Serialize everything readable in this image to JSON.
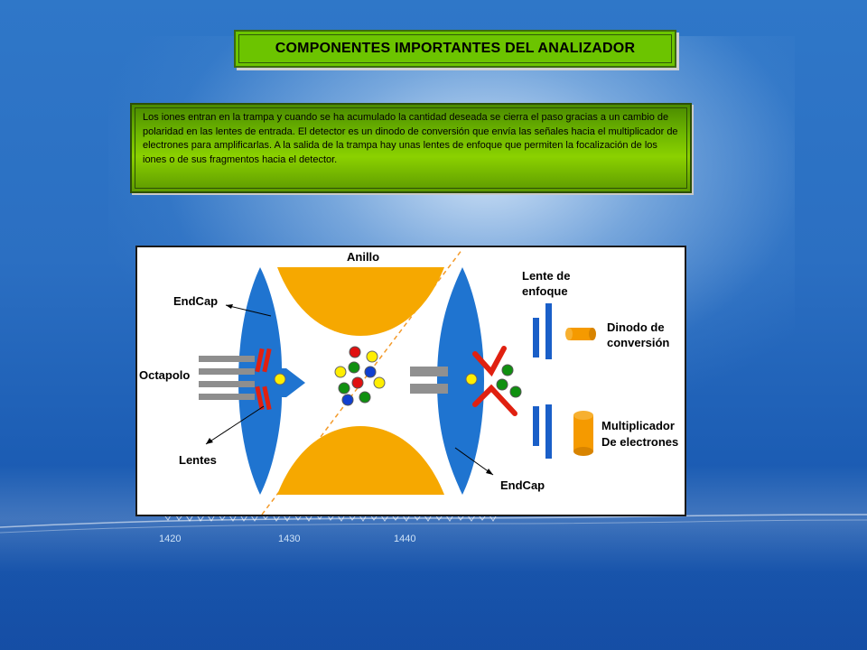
{
  "slide": {
    "title": "COMPONENTES IMPORTANTES DEL ANALIZADOR",
    "description": "Los iones entran en la trampa y cuando se ha acumulado la cantidad deseada se cierra el paso gracias a un cambio de polaridad en las lentes de entrada. El detector es un dinodo de conversión que envía las señales hacia el multiplicador de electrones para amplificarlas. A la salida de la trampa hay unas lentes de enfoque que permiten la focalización de los iones o de sus fragmentos hacia el detector."
  },
  "diagram": {
    "labels": {
      "anillo": "Anillo",
      "endcap_top": "EndCap",
      "octapolo": "Octapolo",
      "lentes": "Lentes",
      "endcap_bottom": "EndCap",
      "lente_enfoque_1": "Lente de",
      "lente_enfoque_2": "enfoque",
      "dinodo_1": "Dinodo de",
      "dinodo_2": "conversión",
      "multiplicador_1": "Multiplicador",
      "multiplicador_2": "De electrones"
    },
    "colors": {
      "endcap": "#1f74d0",
      "ring": "#f5a800",
      "lens": "#e02010",
      "octapole": "#909090",
      "focus_lens": "#1a5fc8",
      "ion_yellow": "#ffee00",
      "ion_green": "#109010",
      "ion_blue": "#1040d0",
      "ion_red": "#e01010",
      "detector": "#f59a00"
    }
  },
  "background": {
    "axis_ticks": [
      "1420",
      "1430",
      "1440"
    ]
  }
}
